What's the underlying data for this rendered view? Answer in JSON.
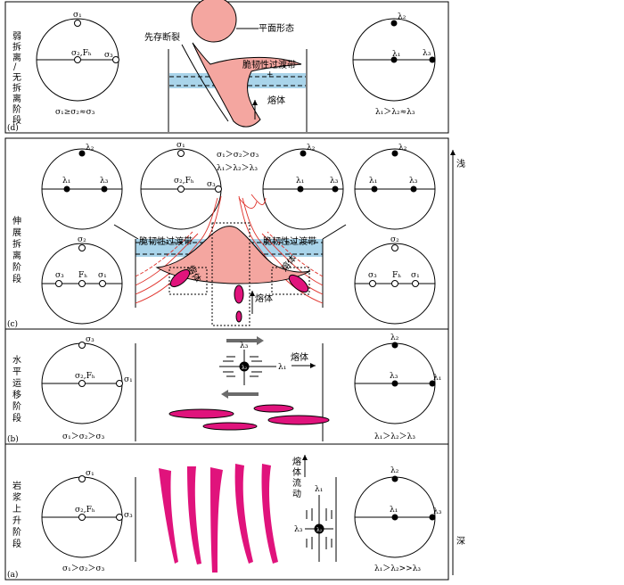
{
  "panel_d": {
    "tag": "(d)",
    "side_label": [
      "弱",
      "拆",
      "离",
      "/",
      "无",
      "拆",
      "离",
      "阶",
      "段"
    ],
    "left_circle": {
      "top": "σ₁",
      "center": "σ₂,Fₕ",
      "right": "σ₃",
      "caption": "σ₁≥σ₂≈σ₃"
    },
    "right_circle": {
      "top": "λ₂",
      "center": "λ₁",
      "right": "λ₃",
      "caption": "λ₁＞λ₂≈λ₃"
    },
    "pluton_label": "平面形态",
    "fault_label": "先存断裂",
    "transition_label": "脆韧性过渡带",
    "melt_label": "熔体"
  },
  "panel_c": {
    "tag": "(c)",
    "side_label": [
      "伸",
      "展",
      "拆",
      "离",
      "阶",
      "段"
    ],
    "sigma_relation": "σ₁＞σ₂＞σ₃",
    "lambda_relation": "λ₁＞λ₂＞λ₃",
    "transition_left": "脆韧性过渡带",
    "transition_right": "脆韧性过渡带",
    "melt_center": "熔体",
    "melt_left": "熔体",
    "melt_right": "熔体",
    "circles": {
      "ul": {
        "top": "λ₂",
        "left": "λ₁",
        "right": "λ₃"
      },
      "uml": {
        "top": "σ₁",
        "center": "σ₂,Fₕ",
        "right": "σ₃"
      },
      "umr": {
        "top": "λ₂",
        "left": "λ₁",
        "right": "λ₃"
      },
      "ur": {
        "top": "λ₂",
        "left": "λ₁",
        "right": "λ₃"
      },
      "ll": {
        "top": "σ₂",
        "left": "σ₃",
        "center": "Fₕ",
        "right": "σ₁"
      },
      "lr": {
        "top": "σ₂",
        "left": "σ₃",
        "center": "Fₕ",
        "right": "σ₁"
      }
    }
  },
  "panel_b": {
    "tag": "(b)",
    "side_label": [
      "水",
      "平",
      "运",
      "移",
      "阶",
      "段"
    ],
    "left_circle": {
      "top": "σ₃",
      "center": "σ₂,Fₕ",
      "right": "σ₁",
      "caption": "σ₁＞σ₂＞σ₃"
    },
    "right_circle": {
      "top": "λ₂",
      "center": "λ₃",
      "right": "λ₁",
      "caption": "λ₁＞λ₂＞λ₃"
    },
    "cross_top": "λ₃",
    "cross_right": "λ₁",
    "cross_center": "λ₂",
    "melt_label": "熔体"
  },
  "panel_a": {
    "tag": "(a)",
    "side_label": [
      "岩",
      "浆",
      "上",
      "升",
      "阶",
      "段"
    ],
    "left_circle": {
      "top": "σ₁",
      "center": "σ₂,Fₕ",
      "right": "σ₃",
      "caption": "σ₁＞σ₂＞σ₃"
    },
    "right_circle": {
      "top": "λ₂",
      "center": "λ₁",
      "right": "λ₃",
      "caption": "λ₁＞λ₂>>λ₃"
    },
    "flow_label": [
      "熔",
      "体",
      "流",
      "动"
    ],
    "cross_top": "λ₁",
    "cross_left": "λ₃",
    "cross_center": "λ₂"
  },
  "depth_axis": {
    "top": "浅",
    "bottom": "深"
  },
  "colors": {
    "pluton": "#f4a6a0",
    "melt": "#e0137c",
    "transition": "#a9d4ea",
    "fault": "#e0312a"
  }
}
